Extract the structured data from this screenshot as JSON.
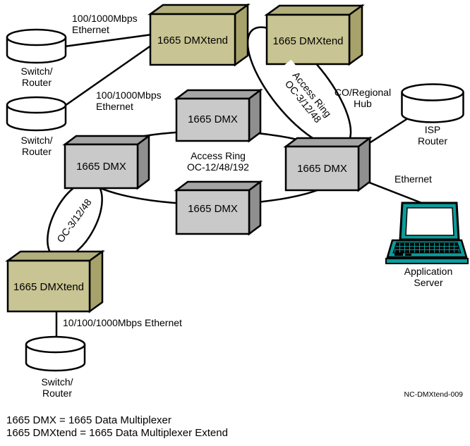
{
  "nodes": {
    "dmxtend_top": {
      "label": "1665 DMXtend"
    },
    "dmxtend_right": {
      "label": "1665 DMXtend"
    },
    "dmxtend_bottom": {
      "label": "1665 DMXtend"
    },
    "dmx_top": {
      "label": "1665 DMX"
    },
    "dmx_left": {
      "label": "1665 DMX"
    },
    "dmx_bottom": {
      "label": "1665 DMX"
    },
    "dmx_right": {
      "label": "1665 DMX"
    },
    "switch_router_top": {
      "label": "Switch/\nRouter"
    },
    "switch_router_mid": {
      "label": "Switch/\nRouter"
    },
    "switch_router_bottom": {
      "label": "Switch/\nRouter"
    },
    "isp_router": {
      "label": "ISP\nRouter"
    },
    "co_regional_hub": {
      "label": "CO/Regional\nHub"
    },
    "application_server": {
      "label": "Application\nServer"
    }
  },
  "edge_labels": {
    "ethernet_top": "100/1000Mbps\nEthernet",
    "ethernet_mid": "100/1000Mbps\nEthernet",
    "ethernet_bottom": "10/100/1000Mbps Ethernet",
    "ethernet_right": "Ethernet",
    "access_ring_metro": "Access Ring\nOC-12/48/192",
    "access_ring_co": "Access Ring\nOC-3/12/48",
    "oc_span": "OC-3/12/48"
  },
  "footer": {
    "figure_id": "NC-DMXtend-009",
    "legend": "1665 DMX = 1665 Data Multiplexer\n1665 DMXtend = 1665 Data Multiplexer Extend"
  },
  "colors": {
    "dmxtend_front": "#C8C493",
    "dmxtend_top_face": "#B3AF7C",
    "dmxtend_side_face": "#A6A26A",
    "dmx_front": "#C9C9C9",
    "dmx_top_face": "#A5A5A5",
    "dmx_side_face": "#8F8F8F",
    "laptop_teal": "#0C9C9C",
    "line": "#000000",
    "background": "#FFFFFF"
  }
}
